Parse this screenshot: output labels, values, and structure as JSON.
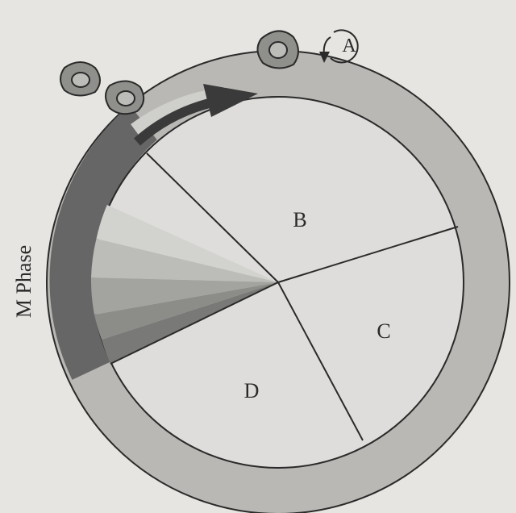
{
  "diagram": {
    "side_label": "M Phase",
    "callout_label": "A",
    "regions": [
      {
        "key": "B",
        "label": "B"
      },
      {
        "key": "C",
        "label": "C"
      },
      {
        "key": "D",
        "label": "D"
      }
    ],
    "colors": {
      "background": "#e6e5e1",
      "outer_ring": "#b9b8b5",
      "region_fill": "#dedddb",
      "m_phase_band": "#666666",
      "arrow": "#3a3a3a",
      "cell_fill": "#8f8f8c",
      "line": "#2a2a2a"
    },
    "mitosis_wedge_shades": [
      "#d2d2cf",
      "#bcbcb9",
      "#a3a3a0",
      "#8c8c89",
      "#797977"
    ]
  }
}
